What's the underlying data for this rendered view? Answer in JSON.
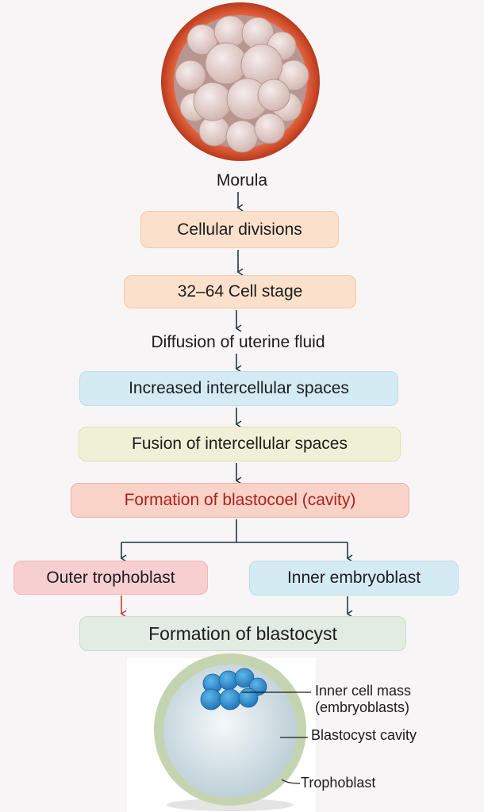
{
  "images": {
    "morula": "morula-illustration",
    "blastocyst": "blastocyst-illustration"
  },
  "flow": {
    "morula": "Morula",
    "cellular_divisions": "Cellular divisions",
    "cell_stage": "32–64 Cell stage",
    "diffusion": "Diffusion of uterine fluid",
    "increased_spaces": "Increased intercellular spaces",
    "fusion_spaces": "Fusion of intercellular spaces",
    "blastocoel": "Formation of blastocoel (cavity)",
    "outer_trophoblast": "Outer trophoblast",
    "inner_embryoblast": "Inner embryoblast",
    "blastocyst": "Formation of blastocyst"
  },
  "labels": {
    "inner_cell_mass_1": "Inner cell mass",
    "inner_cell_mass_2": "(embryoblasts)",
    "cavity": "Blastocyst cavity",
    "trophoblast": "Trophoblast"
  },
  "colors": {
    "arrow": "#1f3a40",
    "red_arrow": "#d0392b",
    "blastocoel_text": "#a8231c"
  }
}
